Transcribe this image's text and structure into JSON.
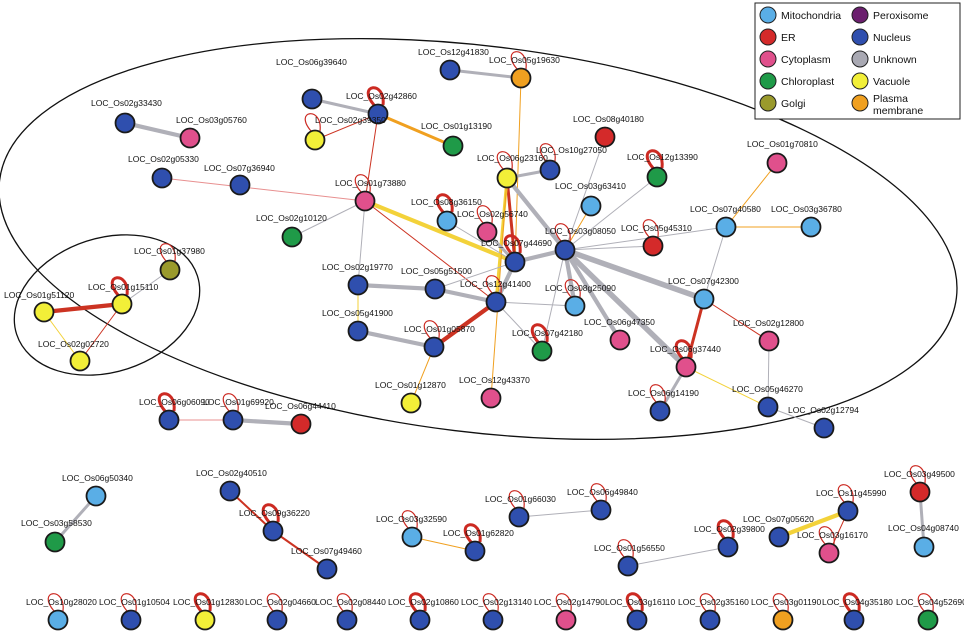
{
  "legend": {
    "items": [
      {
        "key": "mito",
        "label": "Mitochondria",
        "color": "#5aaee6"
      },
      {
        "key": "perox",
        "label": "Peroxisome",
        "color": "#6b1f6e"
      },
      {
        "key": "er",
        "label": "ER",
        "color": "#d42a2a"
      },
      {
        "key": "nuc",
        "label": "Nucleus",
        "color": "#2f4fae"
      },
      {
        "key": "cyto",
        "label": "Cytoplasm",
        "color": "#e0508c"
      },
      {
        "key": "unk",
        "label": "Unknown",
        "color": "#a9a9b3"
      },
      {
        "key": "chloro",
        "label": "Chloroplast",
        "color": "#1f9a48"
      },
      {
        "key": "vac",
        "label": "Vacuole",
        "color": "#f2ef38"
      },
      {
        "key": "golgi",
        "label": "Golgi",
        "color": "#9a9a2c"
      },
      {
        "key": "pm",
        "label": "Plasma membrane",
        "color": "#f0a020"
      }
    ]
  },
  "edge_colors": {
    "grey": "#b0b0b8",
    "red": "#cc3322",
    "orange": "#f0a020",
    "yellow": "#f3d23a",
    "rose": "#e89090"
  },
  "nodes": [
    {
      "id": "LOC_Os02g33430",
      "loc": "nuc",
      "self": false
    },
    {
      "id": "LOC_Os03g05760",
      "loc": "cyto",
      "self": false
    },
    {
      "id": "LOC_Os06g39640",
      "loc": "nuc",
      "self": false
    },
    {
      "id": "LOC_Os02g42860",
      "loc": "nuc",
      "self": true
    },
    {
      "id": "LOC_Os02g39350",
      "loc": "vac",
      "self": true
    },
    {
      "id": "LOC_Os01g13190",
      "loc": "chloro",
      "self": false
    },
    {
      "id": "LOC_Os12g41830",
      "loc": "nuc",
      "self": false
    },
    {
      "id": "LOC_Os05g19630",
      "loc": "pm",
      "self": true
    },
    {
      "id": "LOC_Os02g05330",
      "loc": "nuc",
      "self": false
    },
    {
      "id": "LOC_Os07g36940",
      "loc": "nuc",
      "self": false
    },
    {
      "id": "LOC_Os01g73880",
      "loc": "cyto",
      "self": true
    },
    {
      "id": "LOC_Os02g10120",
      "loc": "chloro",
      "self": false
    },
    {
      "id": "LOC_Os08g40180",
      "loc": "er",
      "self": false
    },
    {
      "id": "LOC_Os10g27050",
      "loc": "nuc",
      "self": true
    },
    {
      "id": "LOC_Os06g23160",
      "loc": "vac",
      "self": true
    },
    {
      "id": "LOC_Os12g13390",
      "loc": "chloro",
      "self": true
    },
    {
      "id": "LOC_Os01g70810",
      "loc": "cyto",
      "self": false
    },
    {
      "id": "LOC_Os03g63410",
      "loc": "mito",
      "self": false
    },
    {
      "id": "LOC_Os08g36150",
      "loc": "mito",
      "self": true
    },
    {
      "id": "LOC_Os02g56740",
      "loc": "cyto",
      "self": true
    },
    {
      "id": "LOC_Os07g40580",
      "loc": "mito",
      "self": false
    },
    {
      "id": "LOC_Os03g36780",
      "loc": "mito",
      "self": false
    },
    {
      "id": "LOC_Os03g08050",
      "loc": "nuc",
      "self": true
    },
    {
      "id": "LOC_Os05g45310",
      "loc": "er",
      "self": true
    },
    {
      "id": "LOC_Os07g44690",
      "loc": "nuc",
      "self": true
    },
    {
      "id": "LOC_Os01g37980",
      "loc": "golgi",
      "self": true
    },
    {
      "id": "LOC_Os01g51120",
      "loc": "vac",
      "self": false
    },
    {
      "id": "LOC_Os01g15110",
      "loc": "vac",
      "self": true
    },
    {
      "id": "LOC_Os02g02720",
      "loc": "vac",
      "self": false
    },
    {
      "id": "LOC_Os02g19770",
      "loc": "nuc",
      "self": false
    },
    {
      "id": "LOC_Os05g51500",
      "loc": "nuc",
      "self": false
    },
    {
      "id": "LOC_Os12g41400",
      "loc": "nuc",
      "self": true
    },
    {
      "id": "LOC_Os08g25090",
      "loc": "mito",
      "self": true
    },
    {
      "id": "LOC_Os07g42300",
      "loc": "mito",
      "self": false
    },
    {
      "id": "LOC_Os05g41900",
      "loc": "nuc",
      "self": false
    },
    {
      "id": "LOC_Os01g05870",
      "loc": "nuc",
      "self": true
    },
    {
      "id": "LOC_Os07g42180",
      "loc": "chloro",
      "self": true
    },
    {
      "id": "LOC_Os06g47350",
      "loc": "cyto",
      "self": false
    },
    {
      "id": "LOC_Os02g12800",
      "loc": "cyto",
      "self": false
    },
    {
      "id": "LOC_Os06g37440",
      "loc": "cyto",
      "self": true
    },
    {
      "id": "LOC_Os01g12870",
      "loc": "vac",
      "self": false
    },
    {
      "id": "LOC_Os12g43370",
      "loc": "cyto",
      "self": false
    },
    {
      "id": "LOC_Os05g46270",
      "loc": "nuc",
      "self": false
    },
    {
      "id": "LOC_Os06g14190",
      "loc": "nuc",
      "self": true
    },
    {
      "id": "LOC_Os02g12794",
      "loc": "nuc",
      "self": false
    },
    {
      "id": "LOC_Os06g06090",
      "loc": "nuc",
      "self": true
    },
    {
      "id": "LOC_Os01g69920",
      "loc": "nuc",
      "self": true
    },
    {
      "id": "LOC_Os06g44410",
      "loc": "er",
      "self": false
    },
    {
      "id": "LOC_Os06g50340",
      "loc": "mito",
      "self": false
    },
    {
      "id": "LOC_Os03g58530",
      "loc": "chloro",
      "self": false
    },
    {
      "id": "LOC_Os02g40510",
      "loc": "nuc",
      "self": false
    },
    {
      "id": "LOC_Os09g36220",
      "loc": "nuc",
      "self": true
    },
    {
      "id": "LOC_Os07g49460",
      "loc": "nuc",
      "self": false
    },
    {
      "id": "LOC_Os03g32590",
      "loc": "mito",
      "self": true
    },
    {
      "id": "LOC_Os01g62820",
      "loc": "nuc",
      "self": true
    },
    {
      "id": "LOC_Os06g49840",
      "loc": "nuc",
      "self": true
    },
    {
      "id": "LOC_Os01g66030",
      "loc": "nuc",
      "self": true
    },
    {
      "id": "LOC_Os02g39800",
      "loc": "nuc",
      "self": true
    },
    {
      "id": "LOC_Os01g56550",
      "loc": "nuc",
      "self": true
    },
    {
      "id": "LOC_Os11g45990",
      "loc": "nuc",
      "self": true
    },
    {
      "id": "LOC_Os07g05620",
      "loc": "nuc",
      "self": false
    },
    {
      "id": "LOC_Os03g16170",
      "loc": "cyto",
      "self": true
    },
    {
      "id": "LOC_Os03g49500",
      "loc": "er",
      "self": true
    },
    {
      "id": "LOC_Os04g08740",
      "loc": "mito",
      "self": false
    },
    {
      "id": "LOC_Os10g28020",
      "loc": "mito",
      "self": true
    },
    {
      "id": "LOC_Os01g10504",
      "loc": "nuc",
      "self": true
    },
    {
      "id": "LOC_Os01g12830",
      "loc": "vac",
      "self": true
    },
    {
      "id": "LOC_Os02g04660",
      "loc": "nuc",
      "self": true
    },
    {
      "id": "LOC_Os02g08440",
      "loc": "nuc",
      "self": true
    },
    {
      "id": "LOC_Os02g10860",
      "loc": "nuc",
      "self": true
    },
    {
      "id": "LOC_Os02g13140",
      "loc": "nuc",
      "self": true
    },
    {
      "id": "LOC_Os02g14790",
      "loc": "cyto",
      "self": true
    },
    {
      "id": "LOC_Os03g16110",
      "loc": "nuc",
      "self": true
    },
    {
      "id": "LOC_Os02g35160",
      "loc": "nuc",
      "self": true
    },
    {
      "id": "LOC_Os03g01190",
      "loc": "pm",
      "self": true
    },
    {
      "id": "LOC_Os04g35180",
      "loc": "nuc",
      "self": true
    },
    {
      "id": "LOC_Os04g52690",
      "loc": "chloro",
      "self": true
    }
  ],
  "edges": [
    {
      "a": "LOC_Os02g33430",
      "b": "LOC_Os03g05760",
      "color": "grey",
      "weight": 4
    },
    {
      "a": "LOC_Os06g39640",
      "b": "LOC_Os02g42860",
      "color": "grey",
      "weight": 3
    },
    {
      "a": "LOC_Os02g42860",
      "b": "LOC_Os01g13190",
      "color": "orange",
      "weight": 3
    },
    {
      "a": "LOC_Os02g42860",
      "b": "LOC_Os02g39350",
      "color": "red",
      "weight": 1
    },
    {
      "a": "LOC_Os02g42860",
      "b": "LOC_Os01g73880",
      "color": "red",
      "weight": 1
    },
    {
      "a": "LOC_Os12g41830",
      "b": "LOC_Os05g19630",
      "color": "grey",
      "weight": 3
    },
    {
      "a": "LOC_Os05g19630",
      "b": "LOC_Os07g44690",
      "color": "orange",
      "weight": 1
    },
    {
      "a": "LOC_Os02g05330",
      "b": "LOC_Os01g73880",
      "color": "rose",
      "weight": 1
    },
    {
      "a": "LOC_Os01g73880",
      "b": "LOC_Os02g10120",
      "color": "grey",
      "weight": 1
    },
    {
      "a": "LOC_Os01g73880",
      "b": "LOC_Os02g19770",
      "color": "grey",
      "weight": 1
    },
    {
      "a": "LOC_Os01g73880",
      "b": "LOC_Os07g44690",
      "color": "yellow",
      "weight": 4
    },
    {
      "a": "LOC_Os01g73880",
      "b": "LOC_Os12g41400",
      "color": "red",
      "weight": 1
    },
    {
      "a": "LOC_Os08g40180",
      "b": "LOC_Os03g08050",
      "color": "grey",
      "weight": 1
    },
    {
      "a": "LOC_Os06g23160",
      "b": "LOC_Os10g27050",
      "color": "grey",
      "weight": 3
    },
    {
      "a": "LOC_Os06g23160",
      "b": "LOC_Os03g08050",
      "color": "grey",
      "weight": 4
    },
    {
      "a": "LOC_Os06g23160",
      "b": "LOC_Os07g44690",
      "color": "red",
      "weight": 3
    },
    {
      "a": "LOC_Os06g23160",
      "b": "LOC_Os12g41400",
      "color": "yellow",
      "weight": 3
    },
    {
      "a": "LOC_Os06g23160",
      "b": "LOC_Os12g43370",
      "color": "orange",
      "weight": 1
    },
    {
      "a": "LOC_Os12g13390",
      "b": "LOC_Os03g08050",
      "color": "grey",
      "weight": 1
    },
    {
      "a": "LOC_Os03g63410",
      "b": "LOC_Os03g08050",
      "color": "orange",
      "weight": 1
    },
    {
      "a": "LOC_Os01g70810",
      "b": "LOC_Os07g40580",
      "color": "orange",
      "weight": 1
    },
    {
      "a": "LOC_Os08g36150",
      "b": "LOC_Os07g44690",
      "color": "grey",
      "weight": 1
    },
    {
      "a": "LOC_Os02g56740",
      "b": "LOC_Os07g44690",
      "color": "grey",
      "weight": 3
    },
    {
      "a": "LOC_Os07g40580",
      "b": "LOC_Os03g36780",
      "color": "orange",
      "weight": 1
    },
    {
      "a": "LOC_Os07g40580",
      "b": "LOC_Os03g08050",
      "color": "grey",
      "weight": 1
    },
    {
      "a": "LOC_Os07g40580",
      "b": "LOC_Os07g42300",
      "color": "grey",
      "weight": 1
    },
    {
      "a": "LOC_Os03g08050",
      "b": "LOC_Os07g44690",
      "color": "grey",
      "weight": 4
    },
    {
      "a": "LOC_Os03g08050",
      "b": "LOC_Os05g45310",
      "color": "grey",
      "weight": 1
    },
    {
      "a": "LOC_Os03g08050",
      "b": "LOC_Os07g42300",
      "color": "grey",
      "weight": 5
    },
    {
      "a": "LOC_Os03g08050",
      "b": "LOC_Os08g25090",
      "color": "grey",
      "weight": 4
    },
    {
      "a": "LOC_Os03g08050",
      "b": "LOC_Os06g47350",
      "color": "grey",
      "weight": 4
    },
    {
      "a": "LOC_Os03g08050",
      "b": "LOC_Os06g37440",
      "color": "grey",
      "weight": 5
    },
    {
      "a": "LOC_Os03g08050",
      "b": "LOC_Os07g42180",
      "color": "grey",
      "weight": 1
    },
    {
      "a": "LOC_Os07g44690",
      "b": "LOC_Os12g41400",
      "color": "grey",
      "weight": 4
    },
    {
      "a": "LOC_Os07g44690",
      "b": "LOC_Os05g51500",
      "color": "grey",
      "weight": 1
    },
    {
      "a": "LOC_Os12g41400",
      "b": "LOC_Os05g51500",
      "color": "grey",
      "weight": 4
    },
    {
      "a": "LOC_Os12g41400",
      "b": "LOC_Os01g05870",
      "color": "red",
      "weight": 4
    },
    {
      "a": "LOC_Os12g41400",
      "b": "LOC_Os08g25090",
      "color": "grey",
      "weight": 1
    },
    {
      "a": "LOC_Os12g41400",
      "b": "LOC_Os07g42180",
      "color": "grey",
      "weight": 1
    },
    {
      "a": "LOC_Os02g19770",
      "b": "LOC_Os05g51500",
      "color": "grey",
      "weight": 4
    },
    {
      "a": "LOC_Os02g19770",
      "b": "LOC_Os05g41900",
      "color": "yellow",
      "weight": 1
    },
    {
      "a": "LOC_Os05g41900",
      "b": "LOC_Os01g05870",
      "color": "grey",
      "weight": 4
    },
    {
      "a": "LOC_Os01g05870",
      "b": "LOC_Os01g12870",
      "color": "orange",
      "weight": 1
    },
    {
      "a": "LOC_Os07g42300",
      "b": "LOC_Os06g37440",
      "color": "red",
      "weight": 3
    },
    {
      "a": "LOC_Os07g42300",
      "b": "LOC_Os02g12800",
      "color": "red",
      "weight": 1
    },
    {
      "a": "LOC_Os06g37440",
      "b": "LOC_Os06g14190",
      "color": "grey",
      "weight": 3
    },
    {
      "a": "LOC_Os06g37440",
      "b": "LOC_Os05g46270",
      "color": "yellow",
      "weight": 1
    },
    {
      "a": "LOC_Os05g46270",
      "b": "LOC_Os02g12800",
      "color": "grey",
      "weight": 1
    },
    {
      "a": "LOC_Os05g46270",
      "b": "LOC_Os02g12794",
      "color": "grey",
      "weight": 1
    },
    {
      "a": "LOC_Os01g37980",
      "b": "LOC_Os01g15110",
      "color": "grey",
      "weight": 1
    },
    {
      "a": "LOC_Os01g51120",
      "b": "LOC_Os01g15110",
      "color": "red",
      "weight": 4
    },
    {
      "a": "LOC_Os01g51120",
      "b": "LOC_Os02g02720",
      "color": "yellow",
      "weight": 1
    },
    {
      "a": "LOC_Os01g15110",
      "b": "LOC_Os02g02720",
      "color": "red",
      "weight": 1
    },
    {
      "a": "LOC_Os06g06090",
      "b": "LOC_Os01g69920",
      "color": "rose",
      "weight": 1
    },
    {
      "a": "LOC_Os01g69920",
      "b": "LOC_Os06g44410",
      "color": "grey",
      "weight": 4
    },
    {
      "a": "LOC_Os06g50340",
      "b": "LOC_Os03g58530",
      "color": "grey",
      "weight": 3
    },
    {
      "a": "LOC_Os02g40510",
      "b": "LOC_Os09g36220",
      "color": "red",
      "weight": 2
    },
    {
      "a": "LOC_Os09g36220",
      "b": "LOC_Os07g49460",
      "color": "red",
      "weight": 2
    },
    {
      "a": "LOC_Os03g32590",
      "b": "LOC_Os01g62820",
      "color": "orange",
      "weight": 1
    },
    {
      "a": "LOC_Os06g49840",
      "b": "LOC_Os01g66030",
      "color": "grey",
      "weight": 1
    },
    {
      "a": "LOC_Os02g39800",
      "b": "LOC_Os01g56550",
      "color": "grey",
      "weight": 1
    },
    {
      "a": "LOC_Os11g45990",
      "b": "LOC_Os07g05620",
      "color": "yellow",
      "weight": 4
    },
    {
      "a": "LOC_Os11g45990",
      "b": "LOC_Os03g16170",
      "color": "red",
      "weight": 1
    },
    {
      "a": "LOC_Os03g49500",
      "b": "LOC_Os04g08740",
      "color": "grey",
      "weight": 3
    }
  ]
}
